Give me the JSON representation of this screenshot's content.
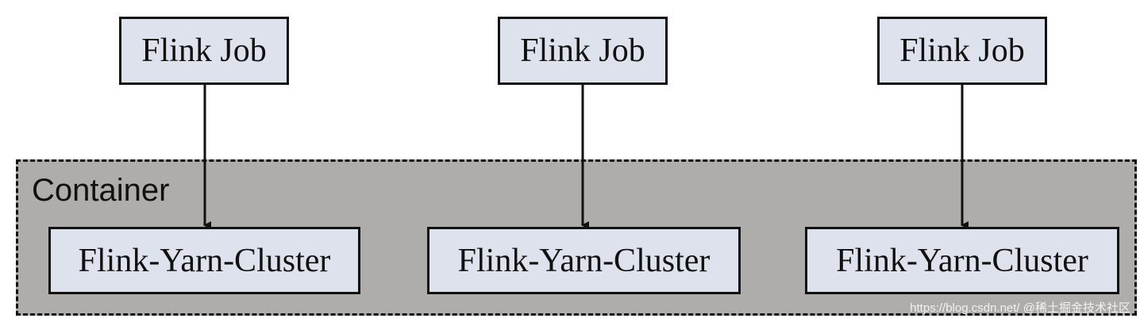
{
  "container": {
    "label": "Container"
  },
  "jobs": [
    {
      "label": "Flink Job"
    },
    {
      "label": "Flink Job"
    },
    {
      "label": "Flink Job"
    }
  ],
  "clusters": [
    {
      "label": "Flink-Yarn-Cluster"
    },
    {
      "label": "Flink-Yarn-Cluster"
    },
    {
      "label": "Flink-Yarn-Cluster"
    }
  ],
  "watermark": "https://blog.csdn.net/ @稀土掘金技术社区",
  "colors": {
    "box_fill": "#dde2ec",
    "container_fill": "#aeadab",
    "stroke": "#111111"
  }
}
